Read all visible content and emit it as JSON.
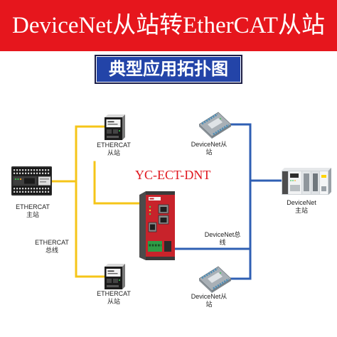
{
  "banner": {
    "title": "DeviceNet从站转EtherCAT从站"
  },
  "section_heading": {
    "text": "典型应用拓扑图"
  },
  "topology": {
    "gateway": {
      "model_label": "YC-ECT-DNT",
      "icon": "gateway-device-icon"
    },
    "ethercat_master": {
      "label_lines": [
        "ETHERCAT",
        "主站"
      ],
      "icon": "plc-icon"
    },
    "ethercat_slave_top": {
      "label_lines": [
        "ETHERCAT",
        "从站"
      ],
      "icon": "ethercat-slave-device-icon"
    },
    "ethercat_slave_bottom": {
      "label_lines": [
        "ETHERCAT",
        "从站"
      ],
      "icon": "ethercat-slave-device-icon"
    },
    "ethercat_bus": {
      "label_lines": [
        "ETHERCAT",
        "总线"
      ]
    },
    "devicenet_slave_top": {
      "label_lines": [
        "DeviceNet从",
        "站"
      ],
      "icon": "devicenet-io-module-icon"
    },
    "devicenet_slave_bottom": {
      "label_lines": [
        "DeviceNet从",
        "站"
      ],
      "icon": "devicenet-io-module-icon"
    },
    "devicenet_master": {
      "label_lines": [
        "DeviceNet",
        "主站"
      ],
      "icon": "plc-rack-icon"
    },
    "devicenet_bus": {
      "label_lines": [
        "DeviceNet总",
        "线"
      ]
    }
  },
  "colors": {
    "banner_background": "#e6161d",
    "banner_text": "#ffffff",
    "heading_background": "#2344a8",
    "heading_text": "#ffffff",
    "ethercat_line": "#f5c518",
    "devicenet_line": "#2f5fb3",
    "model_label": "#e0161e"
  }
}
